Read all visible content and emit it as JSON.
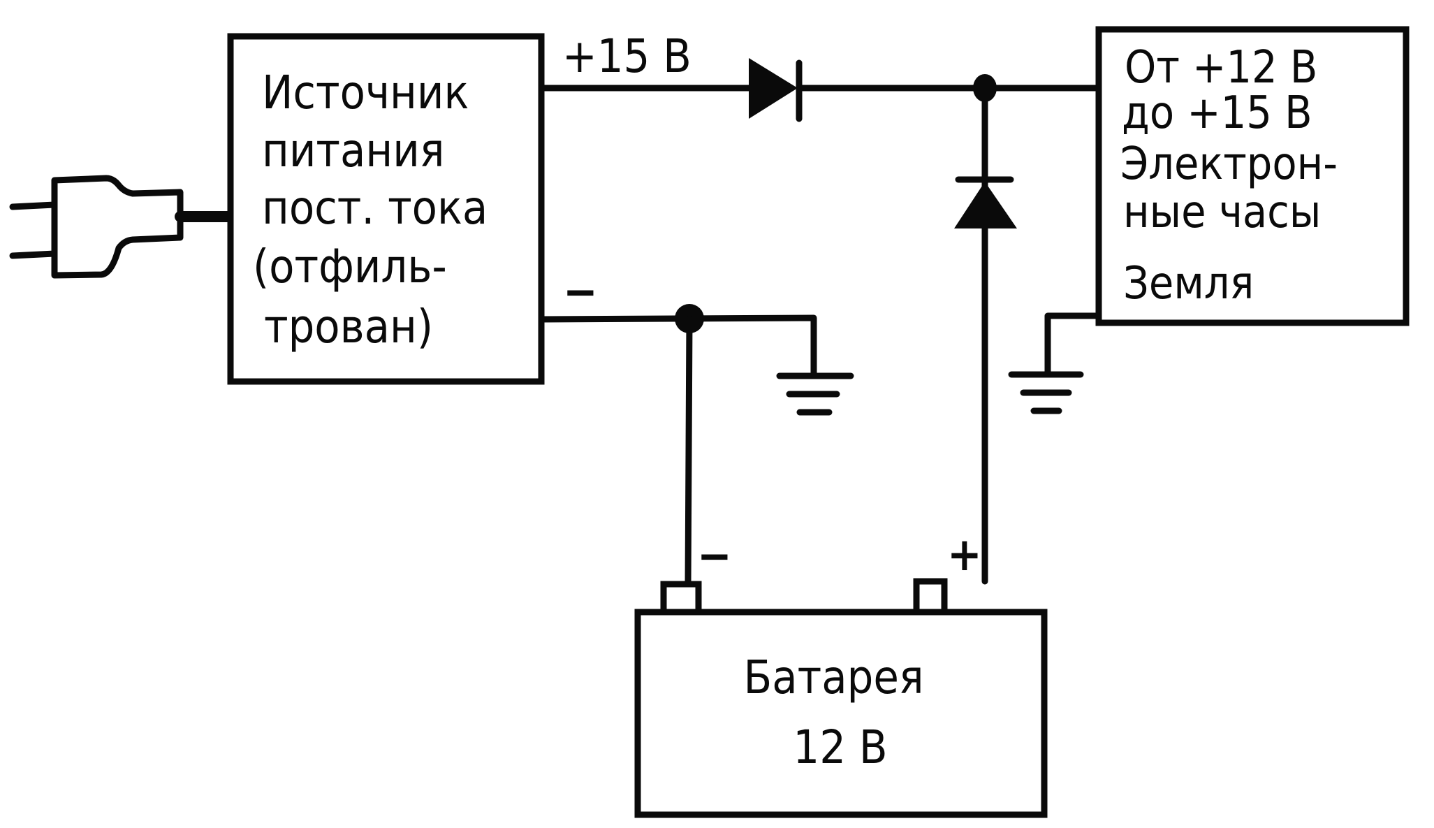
{
  "title": "Схема резервного питания электронных часов",
  "power_supply": {
    "lines": [
      "Источник",
      "питания",
      "пост. тока",
      "(отфиль-",
      "трован)"
    ]
  },
  "output_positive_label": "+15 В",
  "output_negative_label": "−",
  "clock": {
    "lines": [
      "От +12 В",
      "до +15 В",
      "Электрон-",
      "ные часы",
      "Земля"
    ]
  },
  "battery": {
    "lines": [
      "Батарея",
      "12 В"
    ],
    "negative_label": "−",
    "positive_label": "+"
  },
  "components": {
    "plug": "plug-icon",
    "series_diode": "diode-icon",
    "battery_diode": "diode-icon",
    "ground_left": "ground-icon",
    "ground_right": "ground-icon",
    "junction_top": "junction-dot",
    "junction_bottom": "junction-dot"
  },
  "colors": {
    "ink": "#0a0a0a",
    "paper": "#ffffff"
  }
}
